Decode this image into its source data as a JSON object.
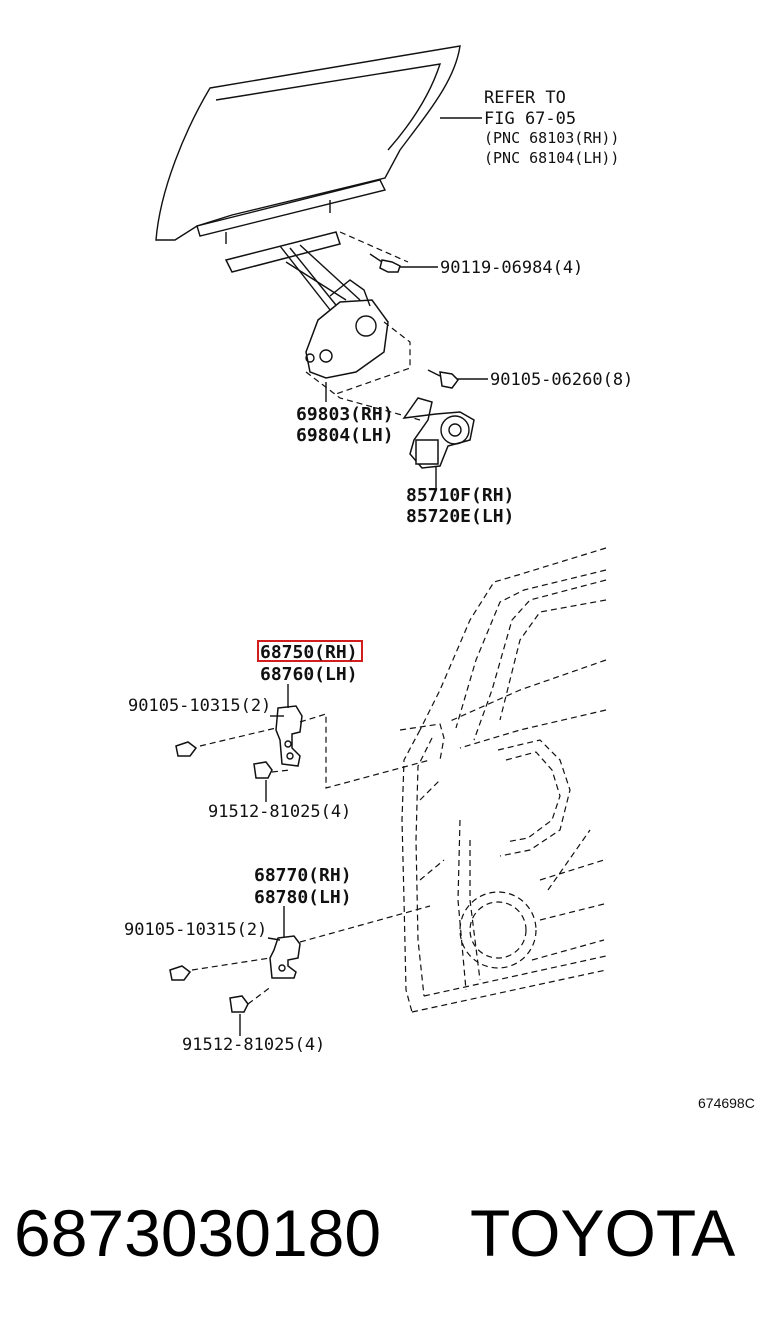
{
  "refer": {
    "line1": "REFER TO",
    "line2": "FIG 67-05",
    "line3": "(PNC 68103(RH))",
    "line4": "(PNC 68104(LH))"
  },
  "callouts": {
    "bolt_top": "90119-06984(4)",
    "bolt_mid": "90105-06260(8)",
    "regulator_rh": "69803(RH)",
    "regulator_lh": "69804(LH)",
    "motor_rh": "85710F(RH)",
    "motor_lh": "85720E(LH)",
    "upper_hinge_rh": "68750(RH)",
    "upper_hinge_lh": "68760(LH)",
    "upper_bolt": "90105-10315(2)",
    "upper_screw": "91512-81025(4)",
    "lower_hinge_rh": "68770(RH)",
    "lower_hinge_lh": "68780(LH)",
    "lower_bolt": "90105-10315(2)",
    "lower_screw": "91512-81025(4)"
  },
  "figure_code": "674698C",
  "footer": {
    "part_number": "6873030180",
    "brand": "TOYOTA"
  },
  "colors": {
    "highlight_box": "#d11f1f",
    "line": "#111111"
  }
}
